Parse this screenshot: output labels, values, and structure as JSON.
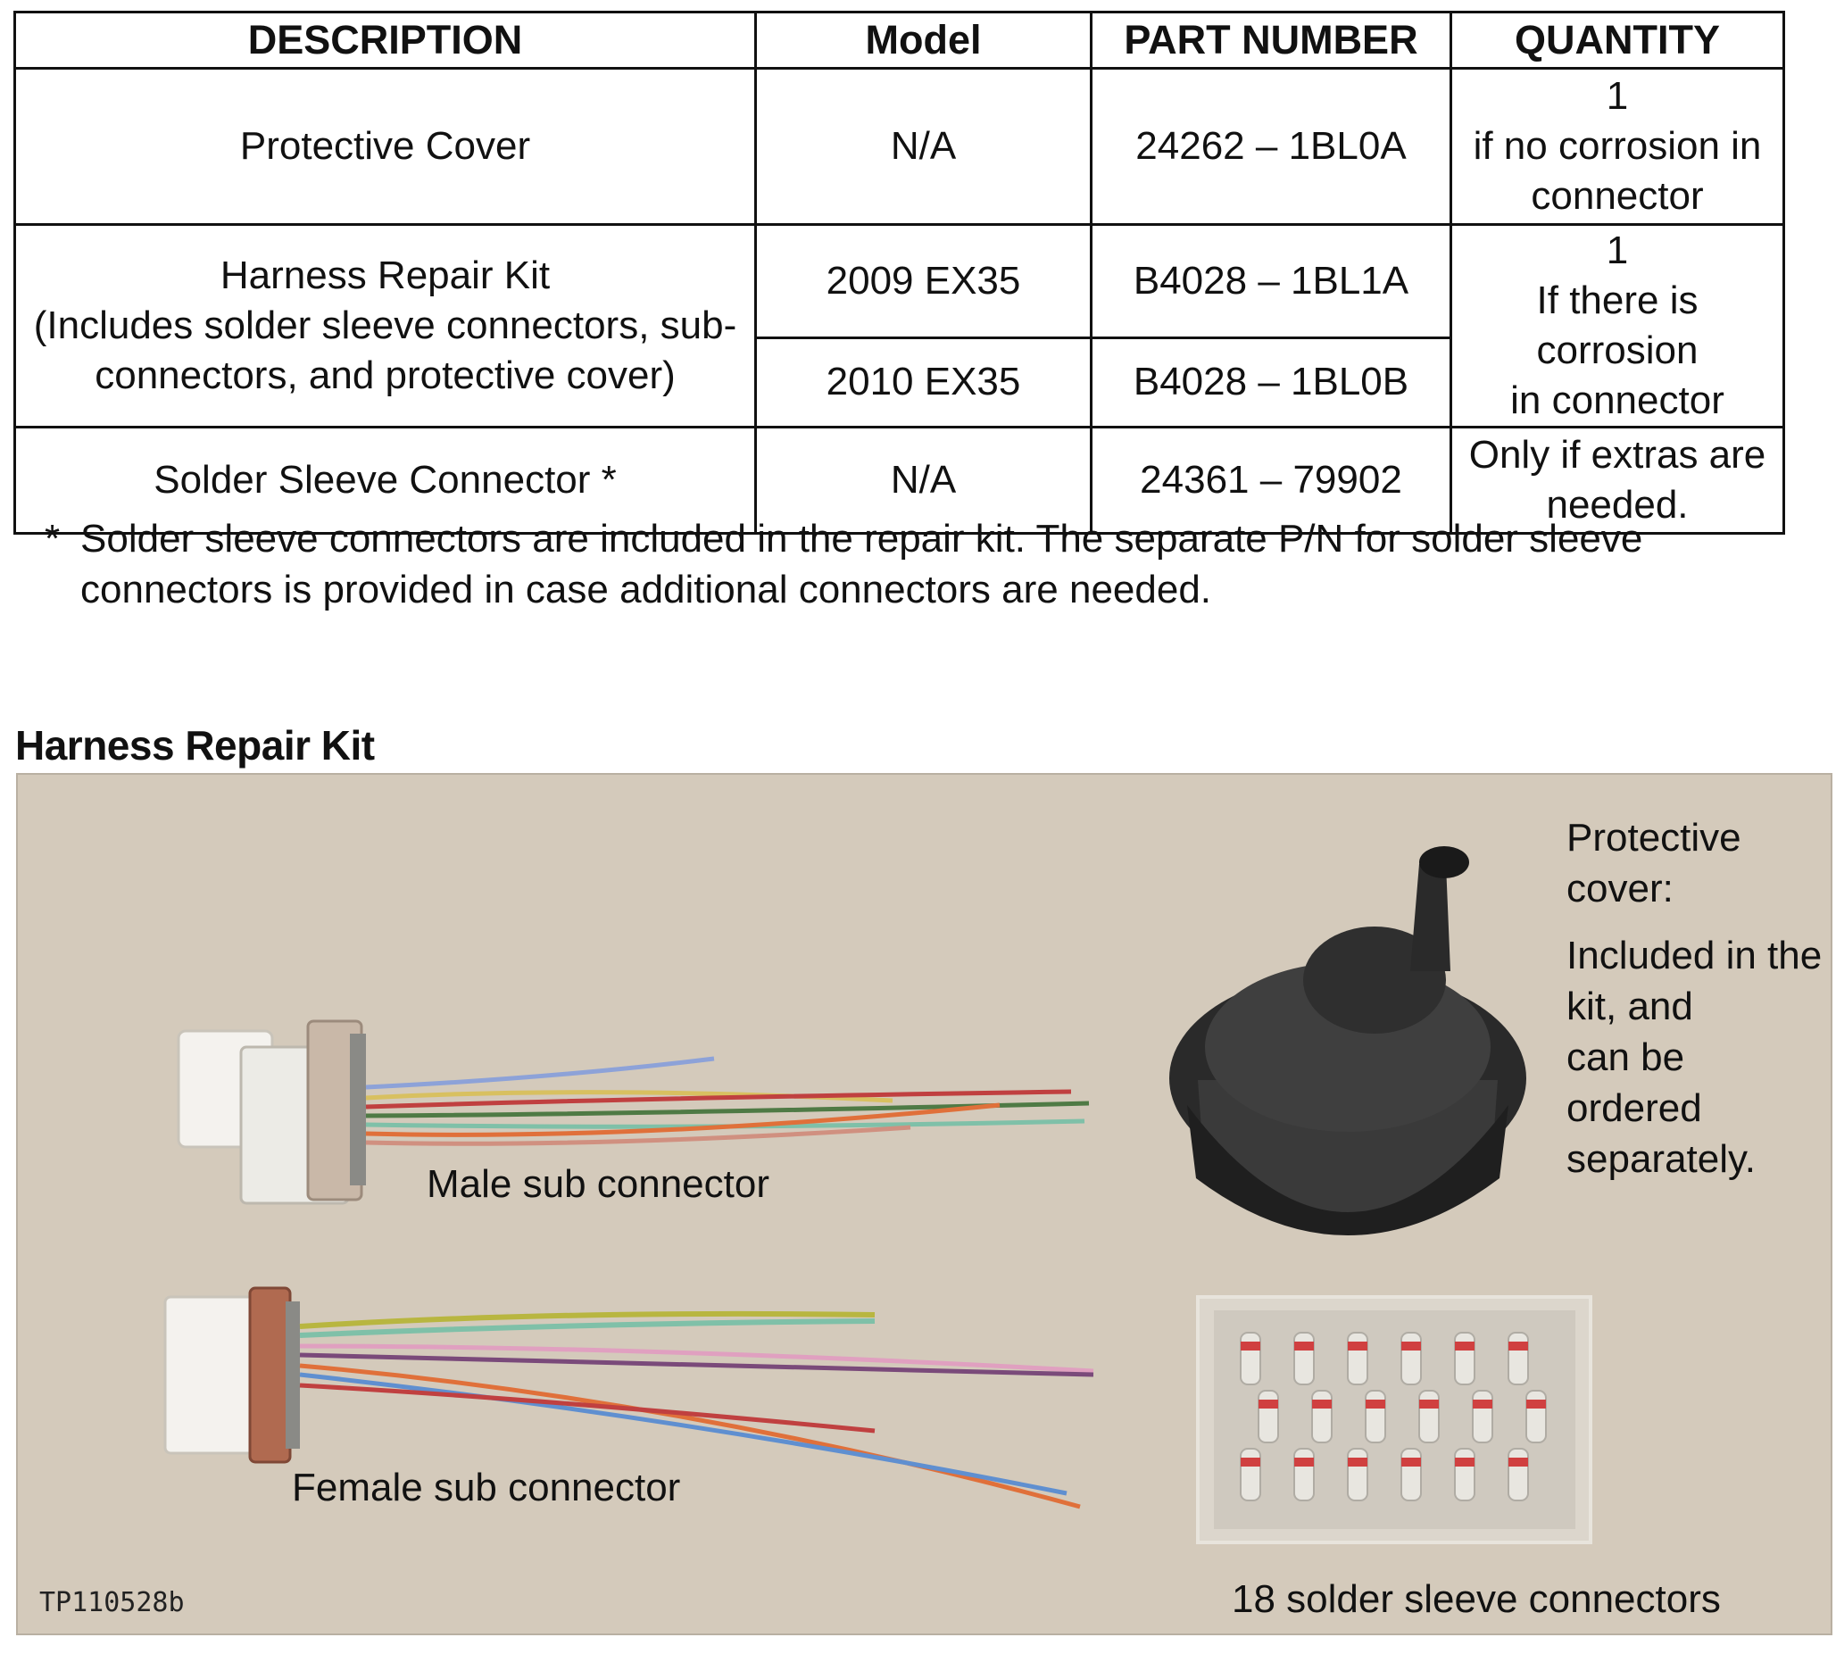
{
  "table": {
    "headers": [
      "DESCRIPTION",
      "Model",
      "PART NUMBER",
      "QUANTITY"
    ],
    "rows": [
      {
        "description": "Protective Cover",
        "model": "N/A",
        "part_number": "24262 – 1BL0A",
        "quantity": "1\nif no corrosion in\nconnector"
      },
      {
        "description": "Harness Repair Kit\n(Includes solder sleeve connectors, sub-\nconnectors, and protective cover)",
        "model": "2009 EX35",
        "part_number": "B4028 – 1BL1A",
        "quantity": "1\nIf there is corrosion\nin connector"
      },
      {
        "model": "2010 EX35",
        "part_number": "B4028 – 1BL0B"
      },
      {
        "description": "Solder Sleeve Connector *",
        "model": "N/A",
        "part_number": "24361 – 79902",
        "quantity": "Only if extras are\nneeded."
      }
    ]
  },
  "footnote": {
    "mark": "*",
    "text": "Solder sleeve connectors are included in the repair kit. The separate P/N for solder sleeve connectors is provided in case additional connectors are needed."
  },
  "kit_heading": "Harness Repair Kit",
  "photo": {
    "protective_cover_title": "Protective\ncover:",
    "protective_cover_note": "Included in the\nkit, and\ncan be ordered\nseparately.",
    "male_label": "Male sub connector",
    "female_label": "Female sub connector",
    "sleeves_label": "18 solder sleeve connectors",
    "photo_id": "TP110528b"
  }
}
